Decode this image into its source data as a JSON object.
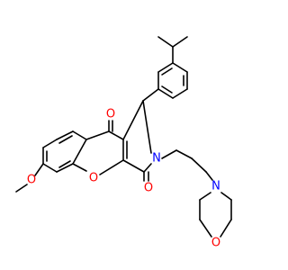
{
  "molecule": {
    "atom_colors": {
      "C": "#000000",
      "O": "#ff0000",
      "N": "#0000ff"
    },
    "labels": {
      "ketone_o": "O",
      "methoxy_o": "O",
      "ring_o": "O",
      "lactam_o": "O",
      "lactam_n": "N",
      "morpholine_n": "N",
      "morpholine_o": "O"
    }
  }
}
